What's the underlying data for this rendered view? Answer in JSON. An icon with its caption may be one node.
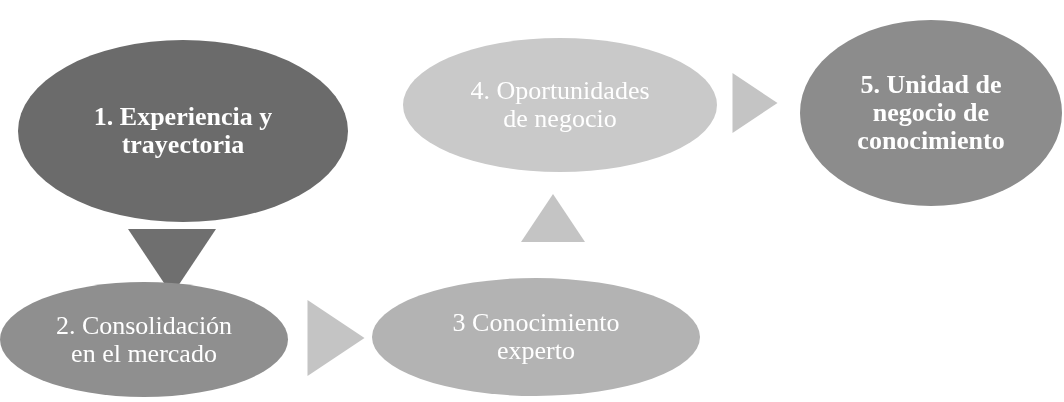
{
  "diagram": {
    "nodes": [
      {
        "text": [
          "1. Experiencia y trayectoria"
        ]
      },
      {
        "text": [
          "2. Consolidación en el mercado"
        ]
      },
      {
        "text": [
          "3 Conocimiento experto"
        ]
      },
      {
        "text": [
          "4. Oportunidades de negocio"
        ]
      },
      {
        "text": [
          "5. Unidad de negocio de conocimiento"
        ]
      }
    ],
    "edges": [
      {
        "from": 0,
        "to": 1,
        "arrow": "to",
        "color": "#6f6f6f"
      },
      {
        "from": 1,
        "to": 2,
        "arrow": "to"
      },
      {
        "from": 2,
        "to": 3,
        "arrow": "to"
      },
      {
        "from": 3,
        "to": 4,
        "arrow": "to"
      }
    ]
  }
}
